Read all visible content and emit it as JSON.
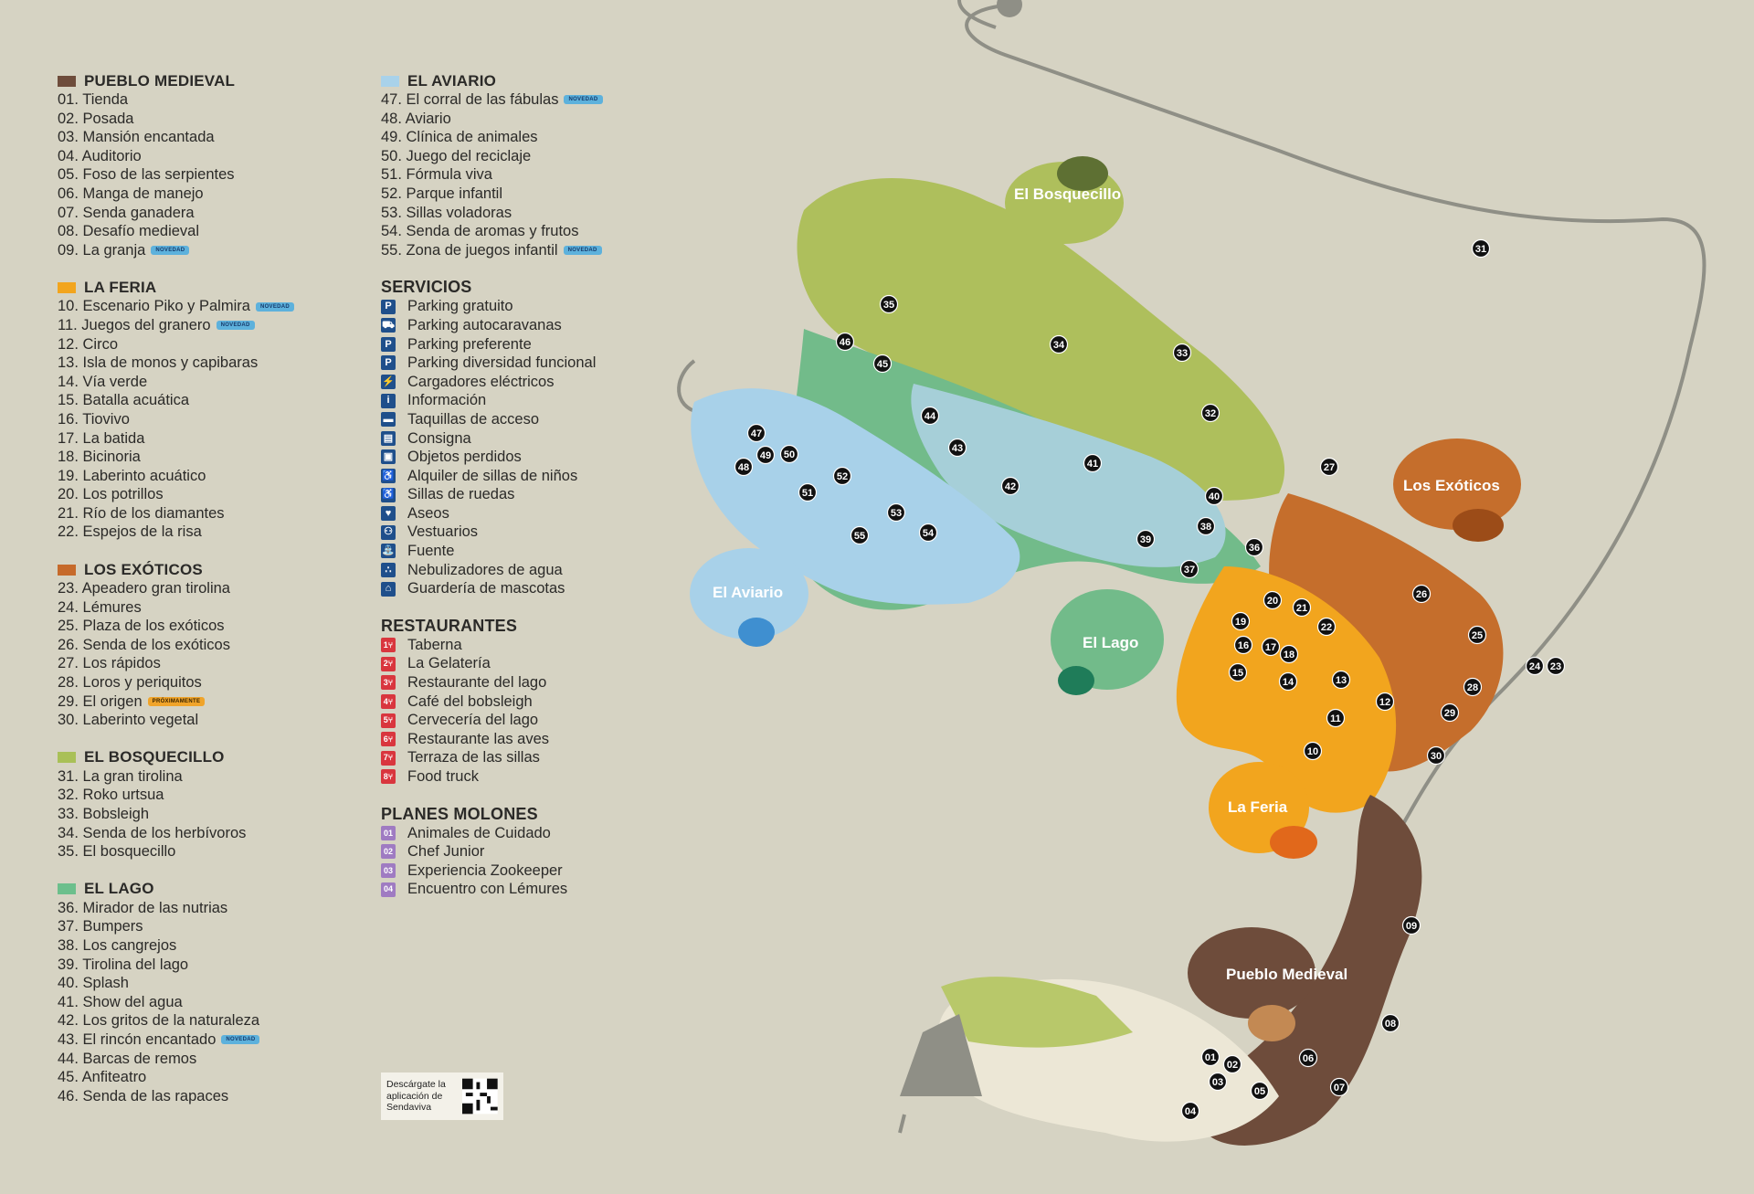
{
  "legend": {
    "pueblo_medieval": {
      "title": "PUEBLO MEDIEVAL",
      "color": "#6e4c3b",
      "items": [
        {
          "t": "01. Tienda"
        },
        {
          "t": "02. Posada"
        },
        {
          "t": "03. Mansión encantada"
        },
        {
          "t": "04. Auditorio"
        },
        {
          "t": "05. Foso de las serpientes"
        },
        {
          "t": "06. Manga de manejo"
        },
        {
          "t": "07. Senda ganadera"
        },
        {
          "t": "08. Desafío medieval"
        },
        {
          "t": "09. La granja",
          "badge": "NOVEDAD"
        }
      ]
    },
    "la_feria": {
      "title": "LA FERIA",
      "color": "#f2a51e",
      "items": [
        {
          "t": "10. Escenario Piko y Palmira",
          "badge": "NOVEDAD"
        },
        {
          "t": "11. Juegos del granero",
          "badge": "NOVEDAD"
        },
        {
          "t": "12. Circo"
        },
        {
          "t": "13. Isla de monos y capibaras"
        },
        {
          "t": "14. Vía verde"
        },
        {
          "t": "15. Batalla acuática"
        },
        {
          "t": "16. Tiovivo"
        },
        {
          "t": "17. La batida"
        },
        {
          "t": "18. Bicinoria"
        },
        {
          "t": "19. Laberinto acuático"
        },
        {
          "t": "20. Los potrillos"
        },
        {
          "t": "21. Río de los diamantes"
        },
        {
          "t": "22. Espejos de la risa"
        }
      ]
    },
    "los_exoticos": {
      "title": "LOS EXÓTICOS",
      "color": "#c66a2b",
      "items": [
        {
          "t": "23. Apeadero gran tirolina"
        },
        {
          "t": "24. Lémures"
        },
        {
          "t": "25. Plaza de los exóticos"
        },
        {
          "t": "26. Senda de los exóticos"
        },
        {
          "t": "27. Los rápidos"
        },
        {
          "t": "28. Loros y periquitos"
        },
        {
          "t": "29. El origen",
          "badge": "PRÓXIMAMENTE",
          "badge_style": "orange"
        },
        {
          "t": "30. Laberinto vegetal"
        }
      ]
    },
    "el_bosquecillo": {
      "title": "EL BOSQUECILLO",
      "color": "#a9c057",
      "items": [
        {
          "t": "31. La gran tirolina"
        },
        {
          "t": "32. Roko urtsua"
        },
        {
          "t": "33. Bobsleigh"
        },
        {
          "t": "34. Senda de los herbívoros"
        },
        {
          "t": "35. El bosquecillo"
        }
      ]
    },
    "el_lago": {
      "title": "EL LAGO",
      "color": "#6cbf8c",
      "items": [
        {
          "t": "36. Mirador de las nutrias"
        },
        {
          "t": "37. Bumpers"
        },
        {
          "t": "38. Los cangrejos"
        },
        {
          "t": "39. Tirolina del lago"
        },
        {
          "t": "40. Splash"
        },
        {
          "t": "41. Show del agua"
        },
        {
          "t": "42. Los gritos de la naturaleza"
        },
        {
          "t": "43. El rincón encantado",
          "badge": "NOVEDAD"
        },
        {
          "t": "44. Barcas de remos"
        },
        {
          "t": "45. Anfiteatro"
        },
        {
          "t": "46. Senda de las rapaces"
        }
      ]
    },
    "el_aviario": {
      "title": "EL AVIARIO",
      "color": "#a9d2ea",
      "items": [
        {
          "t": "47. El corral de las fábulas",
          "badge": "NOVEDAD"
        },
        {
          "t": "48. Aviario"
        },
        {
          "t": "49. Clínica de animales"
        },
        {
          "t": "50. Juego del reciclaje"
        },
        {
          "t": "51. Fórmula viva"
        },
        {
          "t": "52. Parque infantil"
        },
        {
          "t": "53. Sillas voladoras"
        },
        {
          "t": "54. Senda de aromas y frutos"
        },
        {
          "t": "55. Zona de juegos infantil",
          "badge": "NOVEDAD"
        }
      ]
    },
    "servicios": {
      "title": "SERVICIOS",
      "items": [
        {
          "t": "Parking gratuito",
          "icon": "parking-icon",
          "glyph": "P"
        },
        {
          "t": "Parking autocaravanas",
          "icon": "caravan-parking-icon",
          "glyph": "⛟"
        },
        {
          "t": "Parking preferente",
          "icon": "preferred-parking-icon",
          "glyph": "P"
        },
        {
          "t": "Parking diversidad funcional",
          "icon": "accessible-parking-icon",
          "glyph": "P"
        },
        {
          "t": "Cargadores eléctricos",
          "icon": "charger-icon",
          "glyph": "⚡"
        },
        {
          "t": "Información",
          "icon": "info-icon",
          "glyph": "i"
        },
        {
          "t": "Taquillas de acceso",
          "icon": "ticket-icon",
          "glyph": "▬"
        },
        {
          "t": "Consigna",
          "icon": "locker-icon",
          "glyph": "▤"
        },
        {
          "t": "Objetos perdidos",
          "icon": "lost-found-icon",
          "glyph": "▣"
        },
        {
          "t": "Alquiler de sillas de niños",
          "icon": "stroller-icon",
          "glyph": "♿"
        },
        {
          "t": "Sillas de ruedas",
          "icon": "wheelchair-icon",
          "glyph": "♿"
        },
        {
          "t": "Aseos",
          "icon": "toilets-icon",
          "glyph": "♥"
        },
        {
          "t": "Vestuarios",
          "icon": "changing-room-icon",
          "glyph": "⚇"
        },
        {
          "t": "Fuente",
          "icon": "fountain-icon",
          "glyph": "⛲"
        },
        {
          "t": "Nebulizadores de agua",
          "icon": "mist-icon",
          "glyph": "∴"
        },
        {
          "t": "Guardería de mascotas",
          "icon": "pet-care-icon",
          "glyph": "⌂"
        }
      ]
    },
    "restaurantes": {
      "title": "RESTAURANTES",
      "items": [
        {
          "n": "1",
          "t": "Taberna"
        },
        {
          "n": "2",
          "t": "La Gelatería"
        },
        {
          "n": "3",
          "t": "Restaurante del lago"
        },
        {
          "n": "4",
          "t": "Café del bobsleigh"
        },
        {
          "n": "5",
          "t": "Cervecería del lago"
        },
        {
          "n": "6",
          "t": "Restaurante las aves"
        },
        {
          "n": "7",
          "t": "Terraza de las sillas"
        },
        {
          "n": "8",
          "t": "Food truck"
        }
      ]
    },
    "planes": {
      "title": "PLANES MOLONES",
      "items": [
        {
          "n": "01",
          "t": "Animales de Cuidado"
        },
        {
          "n": "02",
          "t": "Chef Junior"
        },
        {
          "n": "03",
          "t": "Experiencia Zookeeper"
        },
        {
          "n": "04",
          "t": "Encuentro con Lémures"
        }
      ]
    }
  },
  "app_promo": {
    "text": "Descárgate la aplicación de Sendaviva"
  },
  "zones": {
    "bosquecillo": "El Bosquecillo",
    "exoticos": "Los Exóticos",
    "aviario": "El Aviario",
    "lago": "El Lago",
    "feria": "La Feria",
    "pueblo": "Pueblo Medieval"
  },
  "pois": [
    "01",
    "02",
    "03",
    "04",
    "05",
    "06",
    "07",
    "08",
    "09",
    "10",
    "11",
    "12",
    "13",
    "14",
    "15",
    "16",
    "17",
    "18",
    "19",
    "20",
    "21",
    "22",
    "23",
    "24",
    "25",
    "26",
    "27",
    "28",
    "29",
    "30",
    "31",
    "32",
    "33",
    "34",
    "35",
    "36",
    "37",
    "38",
    "39",
    "40",
    "41",
    "42",
    "43",
    "44",
    "45",
    "46",
    "47",
    "48",
    "49",
    "50",
    "51",
    "52",
    "53",
    "54",
    "55"
  ]
}
